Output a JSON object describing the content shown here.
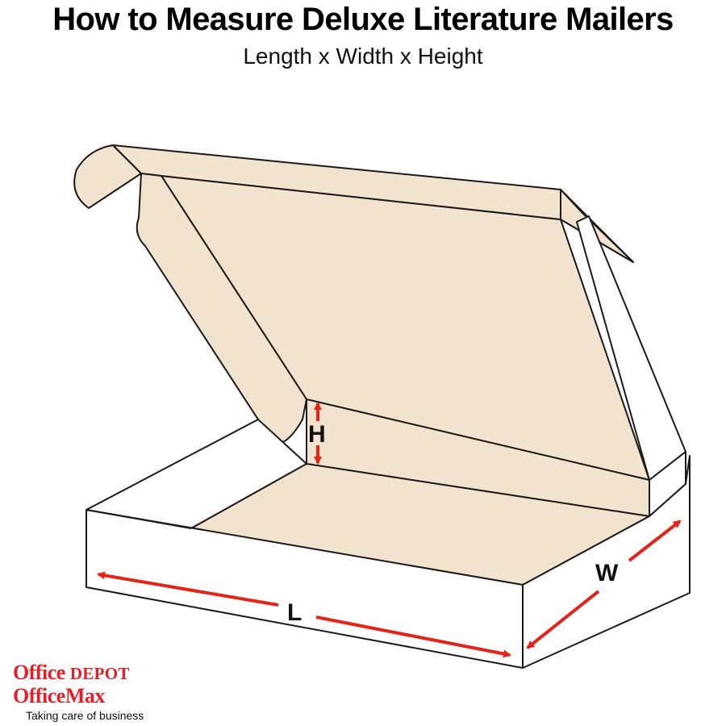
{
  "header": {
    "title": "How to Measure Deluxe Literature Mailers",
    "subtitle": "Length x Width x Height"
  },
  "dimensions": {
    "length_label": "L",
    "width_label": "W",
    "height_label": "H"
  },
  "logo": {
    "brand_office": "Office",
    "brand_depot": "DEPOT",
    "brand_second": "OfficeMax",
    "tagline": "Taking care of business"
  },
  "colors": {
    "kraft": "#f2e3cf",
    "outline": "#1a1a1a",
    "arrow": "#e1251b",
    "brand": "#e41f26"
  }
}
